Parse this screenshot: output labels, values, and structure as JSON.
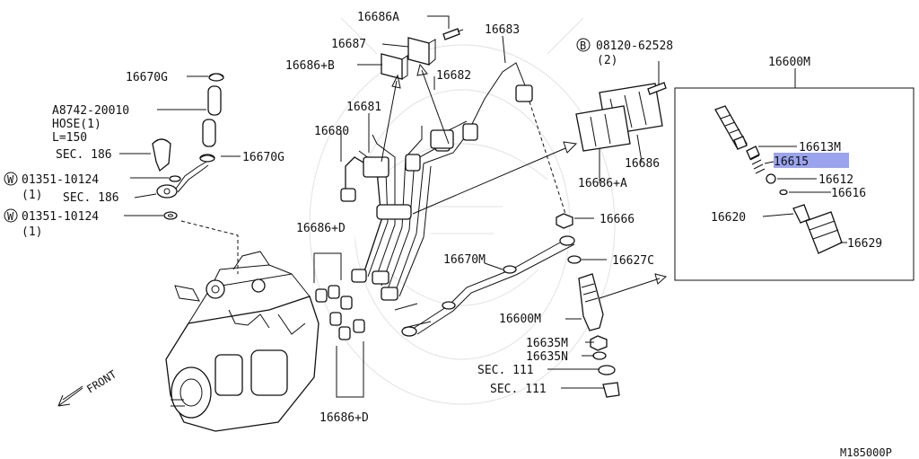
{
  "diagram_id": "M185000P",
  "highlight_color": "#9aa4ee",
  "front_label": "FRONT",
  "labels": {
    "p16686A": "16686A",
    "p16687": "16687",
    "p16686B": "16686+B",
    "p16683": "16683",
    "p16682": "16682",
    "p16681": "16681",
    "p16680": "16680",
    "bolt": "08120-62528",
    "bolt_marker": "B",
    "bolt_qty": "(2)",
    "p16600M_box": "16600M",
    "p16670G_top": "16670G",
    "hose": "A8742-20010",
    "hose_line2": "HOSE(1)",
    "hose_line3": "L=150",
    "sec186_a": "SEC. 186",
    "p16670G_mid": "16670G",
    "washer1": "01351-10124",
    "washer1_marker": "W",
    "washer1_qty": "(1)",
    "sec186_b": "SEC. 186",
    "washer2": "01351-10124",
    "washer2_marker": "W",
    "washer2_qty": "(1)",
    "p16686": "16686",
    "p16686A_plus": "16686+A",
    "p16666": "16666",
    "p16686D_top": "16686+D",
    "p16670M": "16670M",
    "p16627C": "16627C",
    "p16613M": "16613M",
    "p16615": "16615",
    "p16612": "16612",
    "p16616": "16616",
    "p16620": "16620",
    "p16629": "16629",
    "p16600M": "16600M",
    "p16635M": "16635M",
    "p16635N": "16635N",
    "sec111_a": "SEC. 111",
    "sec111_b": "SEC. 111",
    "p16686D_bottom": "16686+D"
  }
}
